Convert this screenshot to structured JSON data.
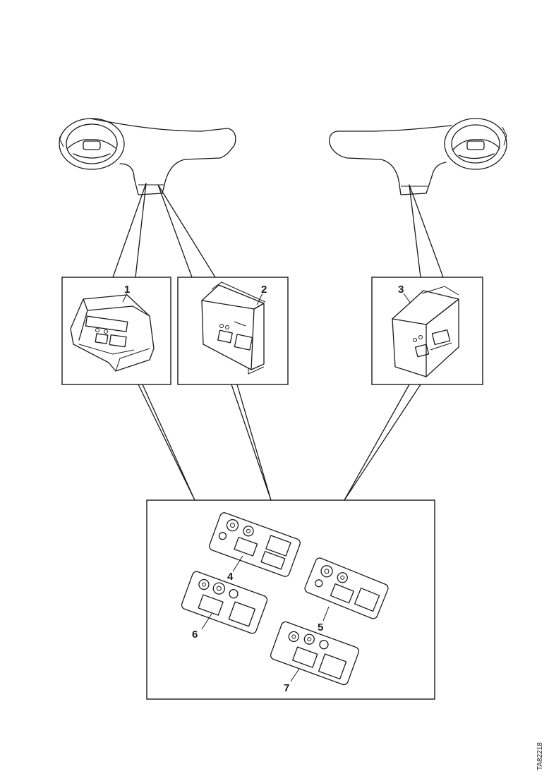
{
  "figure": {
    "callouts": [
      "1",
      "2",
      "3",
      "4",
      "5",
      "6",
      "7"
    ],
    "reference_code": "TA82218"
  }
}
